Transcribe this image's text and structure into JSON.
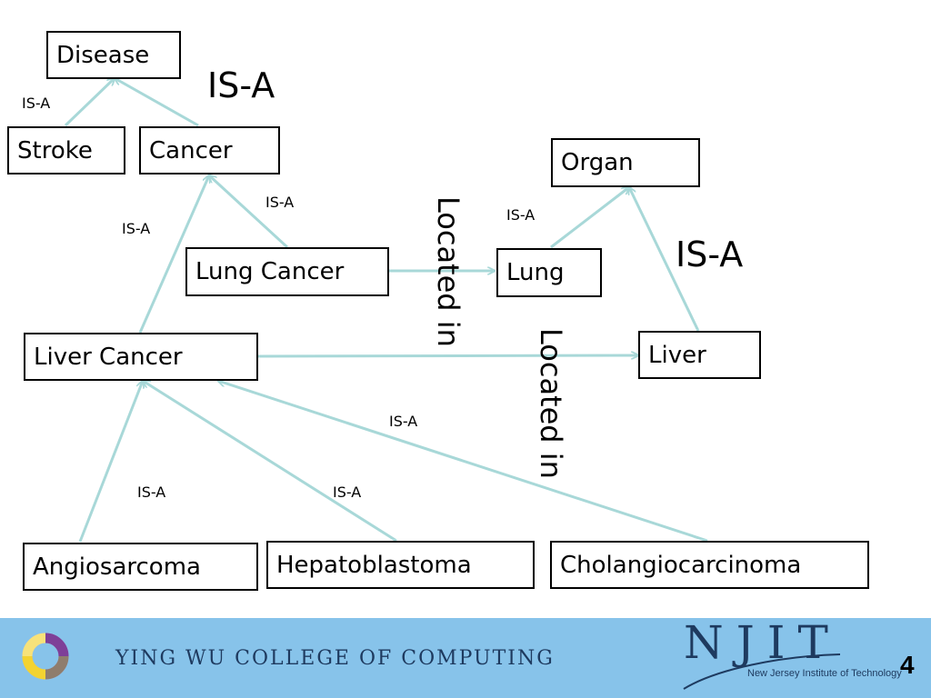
{
  "nodes": {
    "disease": "Disease",
    "stroke": "Stroke",
    "cancer": "Cancer",
    "organ": "Organ",
    "lung_cancer": "Lung Cancer",
    "lung": "Lung",
    "liver_cancer": "Liver Cancer",
    "liver": "Liver",
    "angiosarcoma": "Angiosarcoma",
    "hepatoblastoma": "Hepatoblastoma",
    "cholangiocarcinoma": "Cholangiocarcinoma"
  },
  "edge_labels": {
    "stroke_isa": "IS-A",
    "lungcancer_isa": "IS-A",
    "livercancer_isa": "IS-A",
    "lung_isa": "IS-A",
    "cholangio_isa": "IS-A",
    "angio_isa": "IS-A",
    "hepato_isa": "IS-A"
  },
  "big_labels": {
    "disease_isa": "IS-A",
    "organ_isa": "IS-A"
  },
  "located_labels": {
    "lung": "Located in",
    "liver": "Located in"
  },
  "footer": {
    "college": "YING WU COLLEGE OF COMPUTING",
    "njit": "NJIT",
    "njit_full": "New Jersey Institute of Technology",
    "slide_number": "4"
  },
  "colors": {
    "arrow": "#a8d8d8",
    "footer_bg": "#87c3ea",
    "logo_ring": [
      "#f3d331",
      "#7e3f98",
      "#8f7d6d",
      "#c7a6d6"
    ]
  }
}
